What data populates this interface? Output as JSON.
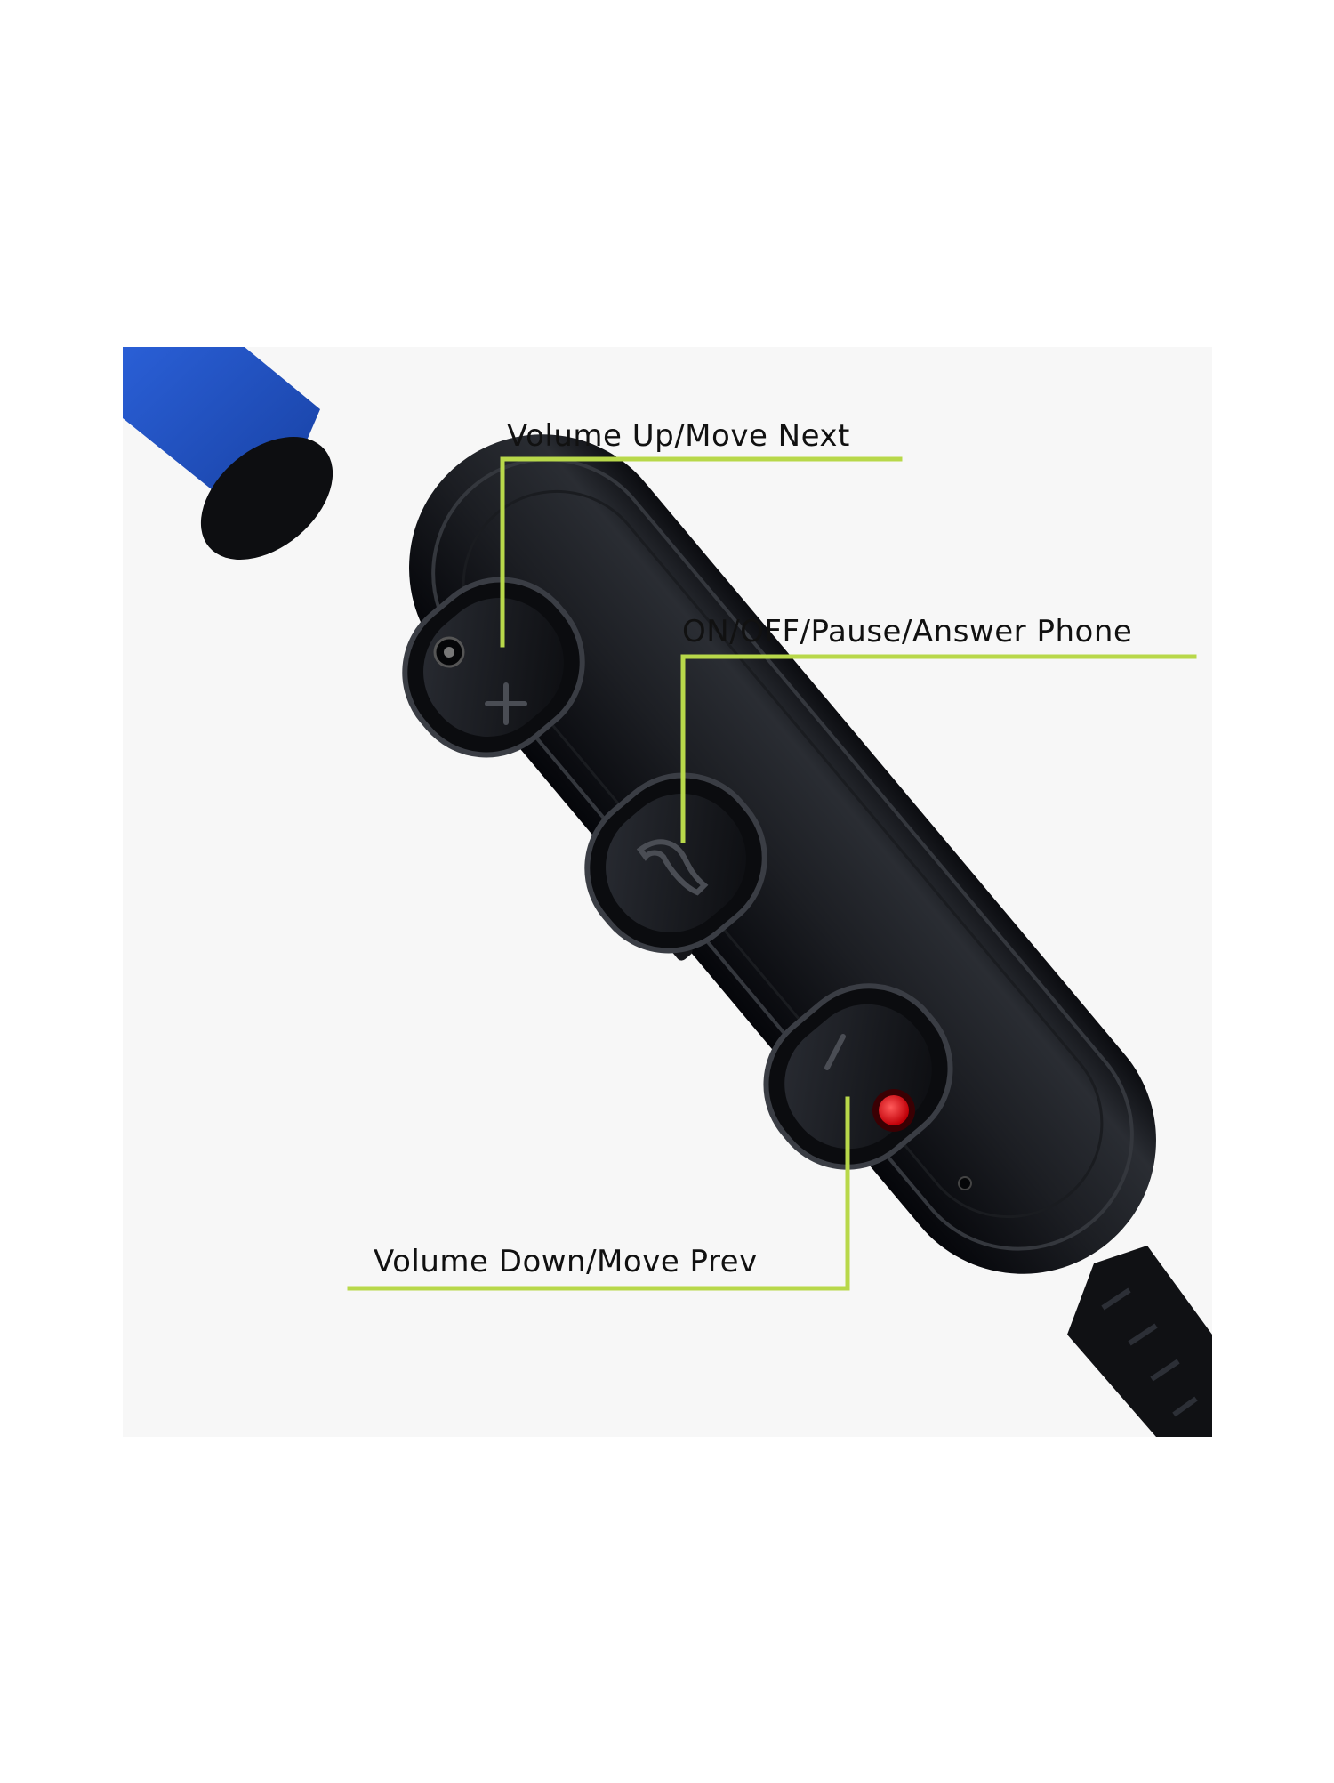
{
  "image": {
    "subject": "neckband-earphone-inline-remote",
    "colors": {
      "background": "#ffffff",
      "frame_background": "#f7f7f7",
      "cable_blue": "#1e4fc0",
      "body": "#121316",
      "body_highlight": "#3a3d44",
      "led": "#e8101a",
      "callout_line": "#b8d84a"
    }
  },
  "callouts": {
    "volume_up": {
      "label": "Volume Up/Move Next",
      "icon": "plus-icon"
    },
    "power": {
      "label": "ON/OFF/Pause/Answer Phone",
      "icon": "phone-icon"
    },
    "volume_down": {
      "label": "Volume Down/Move Prev",
      "icon": "minus-icon"
    }
  }
}
